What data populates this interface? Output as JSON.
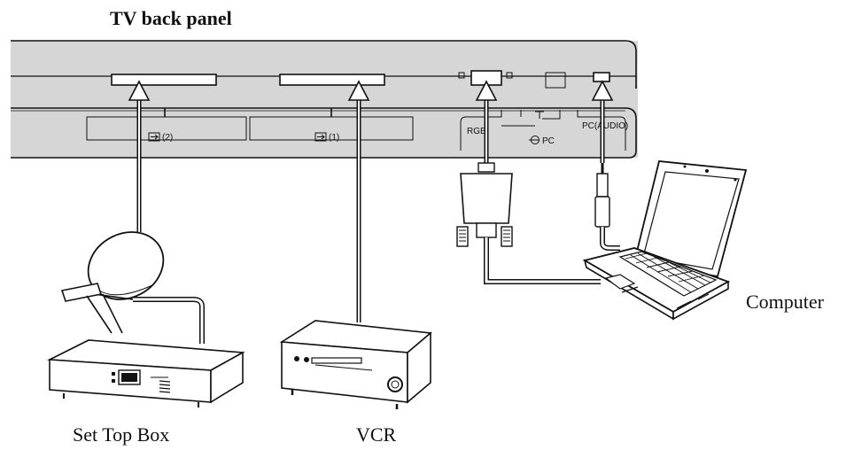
{
  "diagram": {
    "title": "TV back panel",
    "devices": {
      "set_top_box": "Set Top Box",
      "vcr": "VCR",
      "computer": "Computer"
    },
    "ports": {
      "av2": "(2)",
      "av1": "(1)",
      "rgb": "RGB",
      "pc": "PC",
      "pc_audio": "PC(AUDIO)"
    }
  }
}
